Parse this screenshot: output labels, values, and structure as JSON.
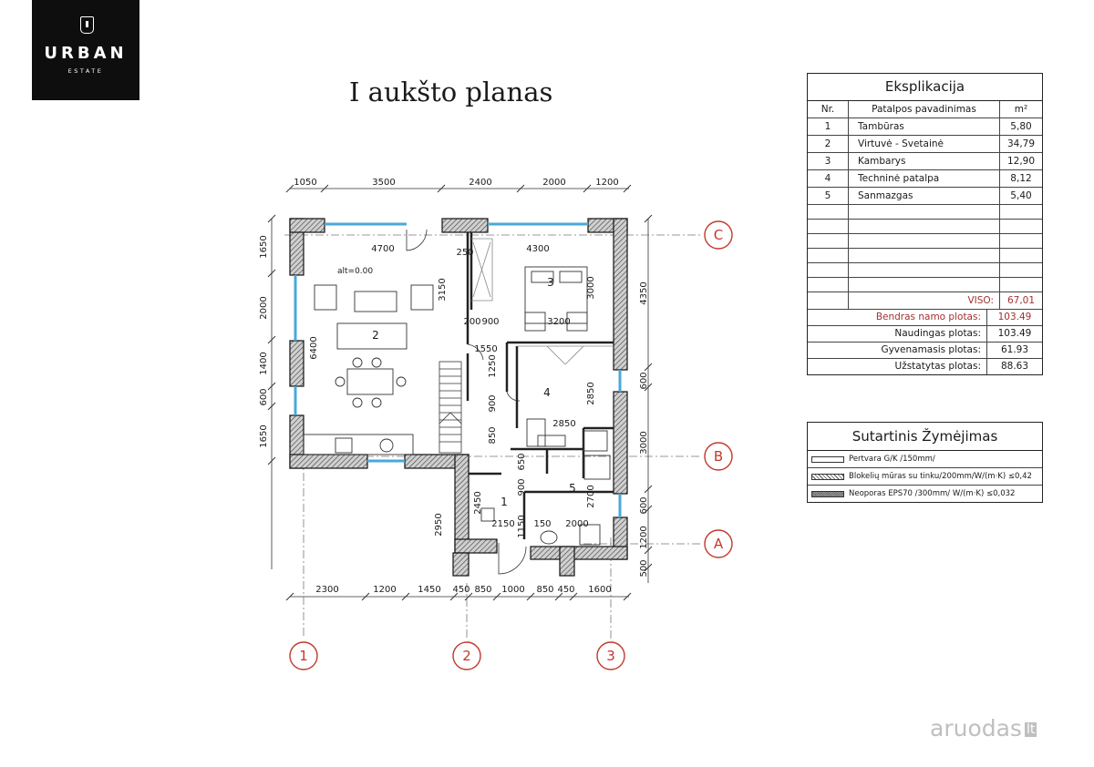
{
  "logo": {
    "word1": "URBAN",
    "word2": "ESTATE"
  },
  "title": "I aukšto planas",
  "plan": {
    "top_dims": [
      "1050",
      "3500",
      "2400",
      "2000",
      "1200"
    ],
    "bottom_dims": [
      "2300",
      "1200",
      "1450",
      "450",
      "850",
      "1000",
      "850",
      "450",
      "1600"
    ],
    "left_dims": [
      "1650",
      "2000",
      "1400",
      "600",
      "1650"
    ],
    "right_dims": [
      "4350",
      "600",
      "3000",
      "600",
      "1200",
      "500"
    ],
    "inner_dims": [
      "4700",
      "4300",
      "250",
      "3150",
      "3000",
      "6400",
      "200",
      "900",
      "3200",
      "1550",
      "1250",
      "900",
      "850",
      "2850",
      "2850",
      "650",
      "900",
      "2450",
      "2950",
      "2150",
      "1150",
      "150",
      "2000",
      "2700"
    ],
    "elevation": "alt=0.00",
    "room_numbers": [
      "1",
      "2",
      "3",
      "4",
      "5"
    ],
    "axis_letters": [
      "C",
      "B",
      "A"
    ],
    "axis_numbers": [
      "1",
      "2",
      "3"
    ]
  },
  "explikacija": {
    "title": "Eksplikacija",
    "headers": [
      "Nr.",
      "Patalpos pavadinimas",
      "m²"
    ],
    "rooms": [
      {
        "nr": "1",
        "name": "Tambūras",
        "area": "5,80"
      },
      {
        "nr": "2",
        "name": "Virtuvė - Svetainė",
        "area": "34,79"
      },
      {
        "nr": "3",
        "name": "Kambarys",
        "area": "12,90"
      },
      {
        "nr": "4",
        "name": "Techninė patalpa",
        "area": "8,12"
      },
      {
        "nr": "5",
        "name": "Sanmazgas",
        "area": "5,40"
      }
    ],
    "viso_label": "VISO:",
    "viso_value": "67,01",
    "summary": [
      {
        "label": "Bendras namo plotas:",
        "value": "103.49"
      },
      {
        "label": "Naudingas plotas:",
        "value": "103.49"
      },
      {
        "label": "Gyvenamasis plotas:",
        "value": "61.93"
      },
      {
        "label": "Užstatytas plotas:",
        "value": "88.63"
      }
    ]
  },
  "legend": {
    "title": "Sutartinis Žymėjimas",
    "items": [
      {
        "text": "Pertvara G/K /150mm/"
      },
      {
        "text": "Blokelių mūras su tinku/200mm/W/(m·K) ≤0,42"
      },
      {
        "text": "Neoporas EPS70 /300mm/ W/(m·K) ≤0,032"
      }
    ]
  },
  "watermark": {
    "text": "aruodas",
    "suffix": "lt"
  }
}
